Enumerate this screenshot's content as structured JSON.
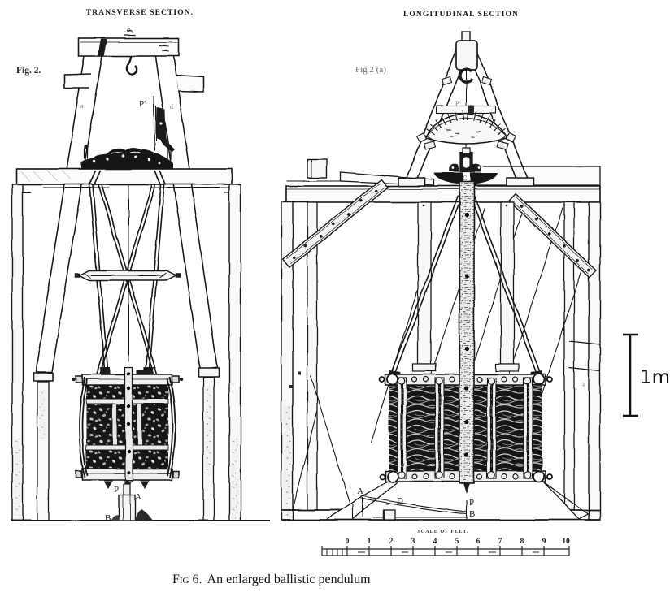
{
  "page": {
    "background": "#ffffff",
    "ink": "#1c1c1c",
    "caption": {
      "fig": "Fig",
      "number": "6.",
      "text": "An enlarged ballistic pendulum"
    }
  },
  "left_view": {
    "title": "TRANSVERSE SECTION.",
    "fig_label": "Fig. 2.",
    "labels": {
      "apex": "a",
      "left_leg": "a",
      "right_leg": "d",
      "pointer_top": "P'",
      "pendulum_pin": "P",
      "anvil": "A",
      "base": "B"
    }
  },
  "right_view": {
    "title": "LONGITUDINAL SECTION",
    "fig_label": "Fig 2 (a)",
    "labels": {
      "arc_top": "P'",
      "pivot": "C",
      "swing_start": "A",
      "swing_mid": "D",
      "pointer": "P",
      "swing_end": "B",
      "mark_upper": "3",
      "mark_lower": "3"
    }
  },
  "meter_scale": {
    "label": "1m"
  },
  "feet_scale": {
    "title": "SCALE OF FEET.",
    "numbers": [
      "0",
      "1",
      "2",
      "3",
      "4",
      "5",
      "6",
      "7",
      "8",
      "9",
      "10"
    ]
  }
}
